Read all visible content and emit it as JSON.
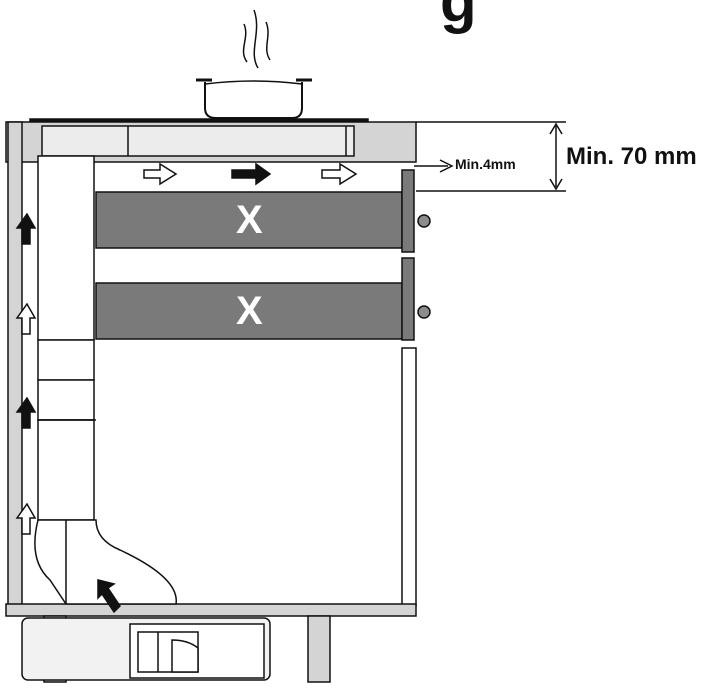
{
  "diagram": {
    "title_fragment": "g",
    "clearance_label": "Min. 70 mm",
    "gap_label": "Min.4mm",
    "drawer_labels": [
      "X",
      "X"
    ]
  },
  "colors": {
    "outline": "#111111",
    "cabinet_gray": "#d4d4d4",
    "drawer_gray": "#7a7a7a",
    "knob_gray": "#8c8c8c",
    "background": "#ffffff"
  },
  "icons": {
    "pot": "cooking-pot-icon",
    "steam": "steam-icon",
    "airflow_open": "hollow-arrow-icon",
    "airflow_filled": "filled-arrow-icon"
  }
}
